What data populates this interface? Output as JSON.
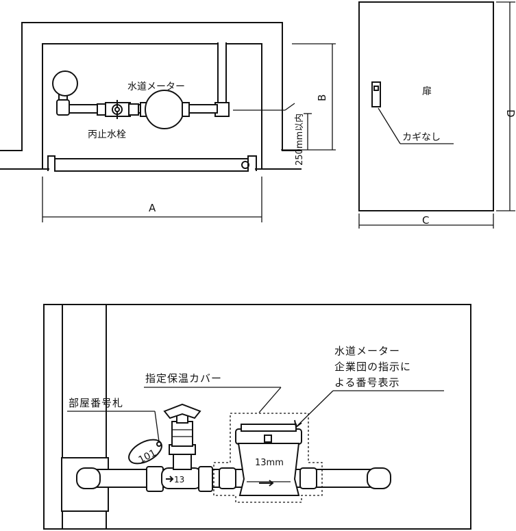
{
  "top_left_diagram": {
    "meter_label": "水道メーター",
    "stop_valve_label": "丙止水栓",
    "depth_label": "250mm以内",
    "dim_a": "A",
    "dim_b": "B"
  },
  "top_right_diagram": {
    "door_label": "扉",
    "no_key_label": "カギなし",
    "dim_c": "C",
    "dim_d": "D"
  },
  "bottom_diagram": {
    "meter_company_label": [
      "水道メーター",
      "企業団の指示に",
      "よる番号表示"
    ],
    "insulation_cover_label": "指定保温カバー",
    "room_tag_label": "部屋番号札",
    "room_number": "101",
    "valve_size": "13",
    "meter_size": "13mm"
  },
  "colors": {
    "line": "#111111",
    "background": "#ffffff"
  }
}
